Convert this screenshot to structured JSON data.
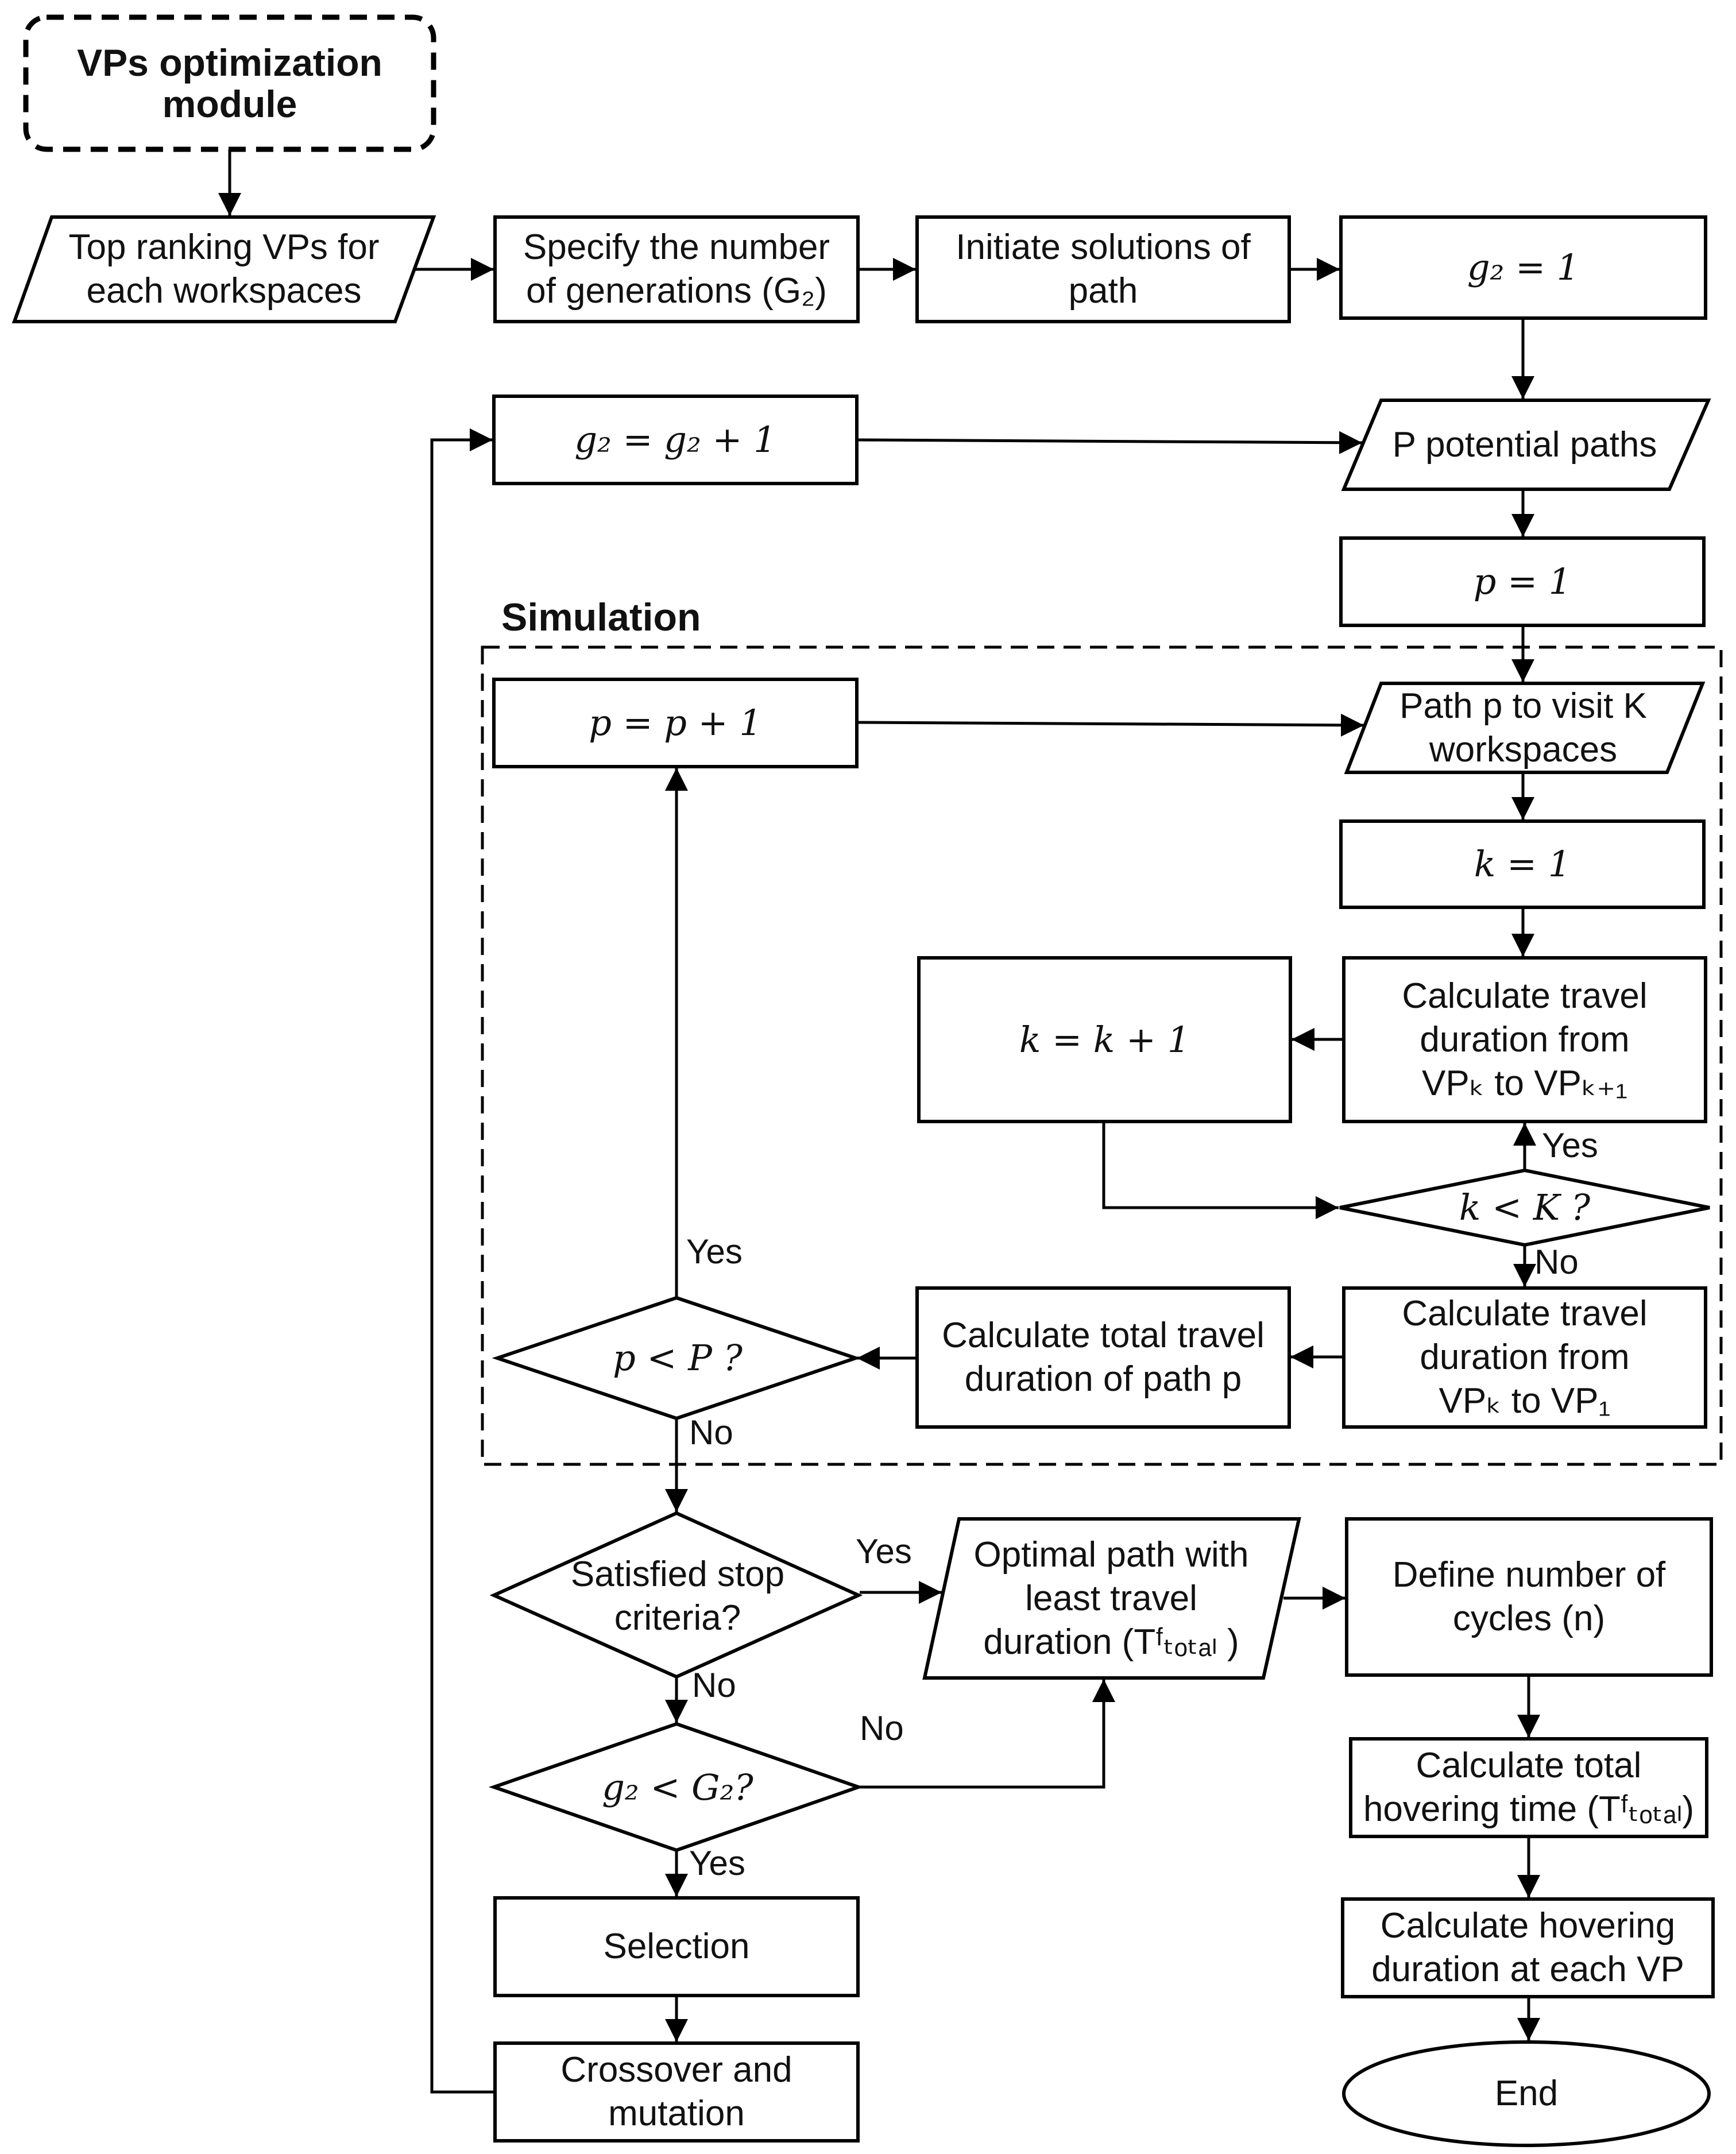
{
  "nodes": {
    "module": "VPs optimization\nmodule",
    "top_ranking": "Top ranking VPs for\neach workspaces",
    "specify_generations": "Specify the number\nof generations (G₂)",
    "initiate_solutions": "Initiate solutions of\npath",
    "g2_init": "g₂ = 1",
    "g2_increment": "g₂ = g₂ + 1",
    "potential_paths": "P potential paths",
    "p_init": "p = 1",
    "simulation_title": "Simulation",
    "p_increment": "p = p + 1",
    "path_visit": "Path p to visit K\nworkspaces",
    "k_init": "k = 1",
    "k_increment": "k = k + 1",
    "calc_travel_next": "Calculate travel\nduration from\nVPₖ to VPₖ₊₁",
    "k_less_K": "k < K ?",
    "calc_travel_first": "Calculate travel\nduration from\nVPₖ to VP₁",
    "calc_total_path": "Calculate total travel\nduration of path p",
    "p_less_P": "p < P ?",
    "stop_criteria": "Satisfied stop\ncriteria?",
    "optimal_path": "Optimal path with\nleast travel\nduration (Tᶠₜₒₜₐₗ )",
    "define_cycles": "Define number of\ncycles (n)",
    "g2_less_G2": "g₂ < G₂?",
    "calc_hovering_total": "Calculate total\nhovering time (Tᶠₜₒₜₐₗ)",
    "selection": "Selection",
    "calc_hovering_each": "Calculate hovering\nduration at each VP",
    "crossover": "Crossover and\nmutation",
    "end": "End"
  },
  "edge_labels": {
    "k_yes": "Yes",
    "k_no": "No",
    "p_yes": "Yes",
    "p_no": "No",
    "stop_yes": "Yes",
    "stop_no": "No",
    "gen_no": "No",
    "gen_yes": "Yes"
  }
}
